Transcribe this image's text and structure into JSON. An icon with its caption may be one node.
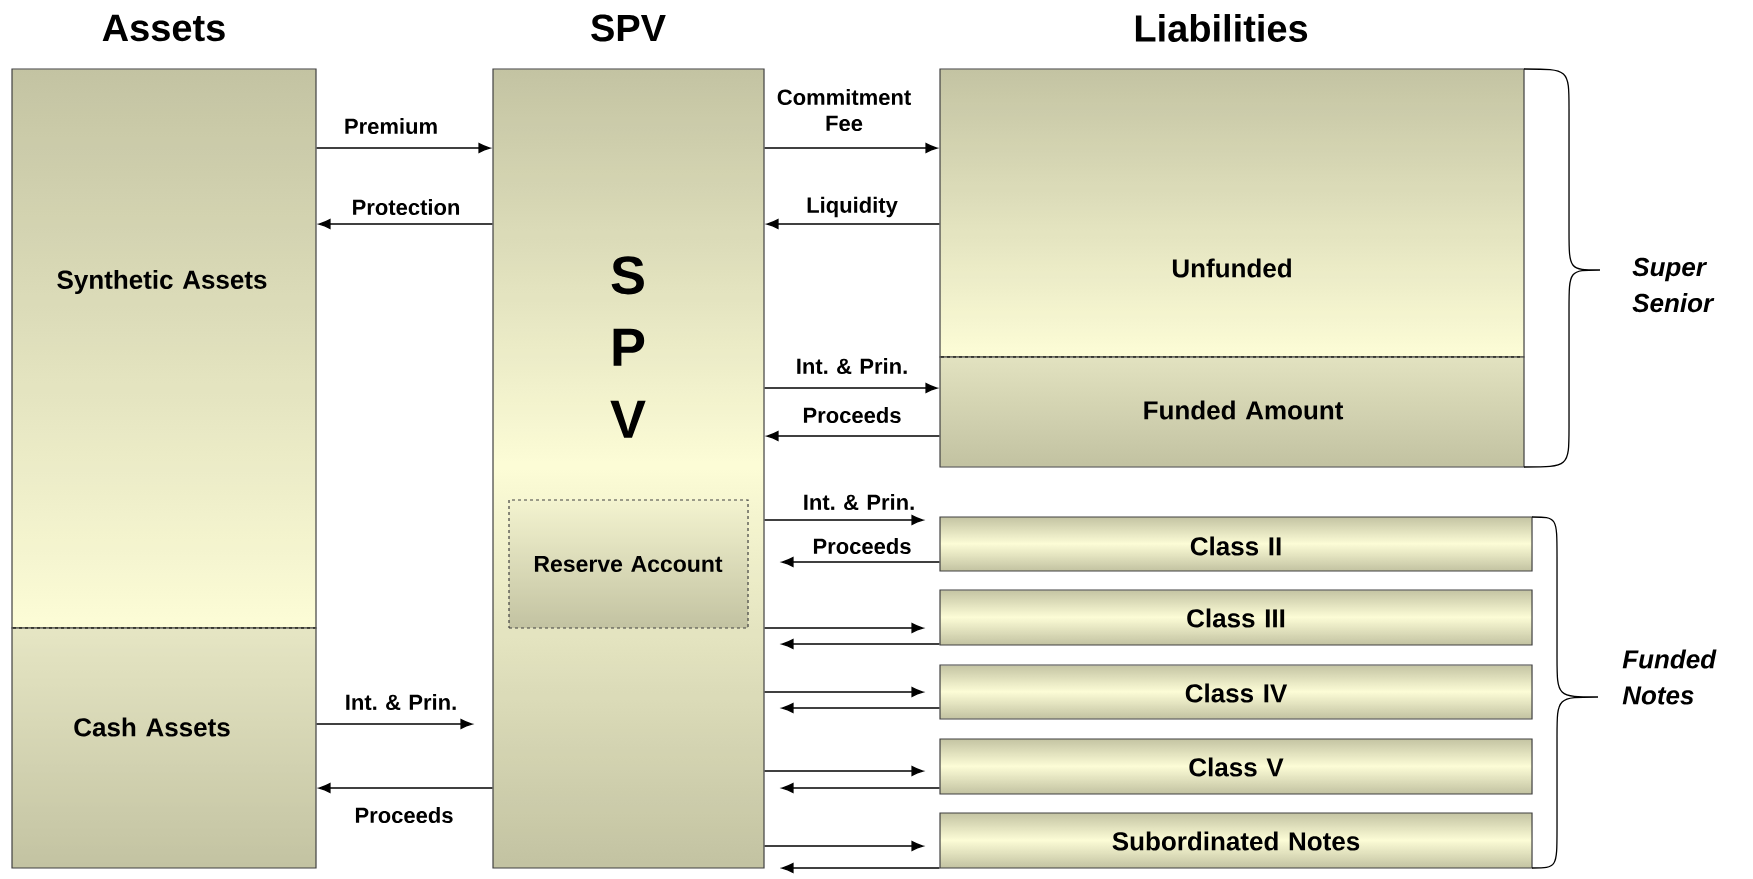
{
  "diagram": {
    "nodes": [
      {
        "text": [
          "Synthetic Assets"
        ]
      },
      {
        "text": [
          "Cash Assets"
        ]
      },
      {
        "text": [
          "S P V"
        ]
      },
      {
        "text": [
          "Reserve Account"
        ],
        "in": 2
      },
      {
        "text": [
          "Unfunded"
        ]
      },
      {
        "text": [
          "Funded Amount"
        ]
      },
      {
        "text": [
          "Class II"
        ]
      },
      {
        "text": [
          "Class III"
        ]
      },
      {
        "text": [
          "Class IV"
        ]
      },
      {
        "text": [
          "Class V"
        ]
      },
      {
        "text": [
          "Subordinated Notes"
        ]
      }
    ],
    "edges": [
      {
        "from": 0,
        "to": 2,
        "arrow": "to",
        "label": "Premium"
      },
      {
        "from": 2,
        "to": 0,
        "arrow": "to",
        "label": "Protection"
      },
      {
        "from": 1,
        "to": 2,
        "arrow": "to",
        "label": "Int. & Prin."
      },
      {
        "from": 2,
        "to": 1,
        "arrow": "to",
        "label": "Proceeds"
      },
      {
        "from": 2,
        "to": 4,
        "arrow": "to",
        "label": "Commitment Fee"
      },
      {
        "from": 4,
        "to": 2,
        "arrow": "to",
        "label": "Liquidity"
      },
      {
        "from": 2,
        "to": 5,
        "arrow": "to",
        "label": "Int. & Prin."
      },
      {
        "from": 5,
        "to": 2,
        "arrow": "to",
        "label": "Proceeds"
      },
      {
        "from": 2,
        "to": 6,
        "arrow": "to",
        "label": "Int. & Prin."
      },
      {
        "from": 6,
        "to": 2,
        "arrow": "to",
        "label": "Proceeds"
      },
      {
        "from": 2,
        "to": 7,
        "arrow": "to"
      },
      {
        "from": 7,
        "to": 2,
        "arrow": "to"
      },
      {
        "from": 2,
        "to": 8,
        "arrow": "to"
      },
      {
        "from": 8,
        "to": 2,
        "arrow": "to"
      },
      {
        "from": 2,
        "to": 9,
        "arrow": "to"
      },
      {
        "from": 9,
        "to": 2,
        "arrow": "to"
      },
      {
        "from": 2,
        "to": 10,
        "arrow": "to"
      },
      {
        "from": 10,
        "to": 2,
        "arrow": "to"
      }
    ],
    "labels": [
      "Assets",
      "SPV",
      "Liabilities",
      "Super Senior",
      "Funded Notes"
    ]
  }
}
